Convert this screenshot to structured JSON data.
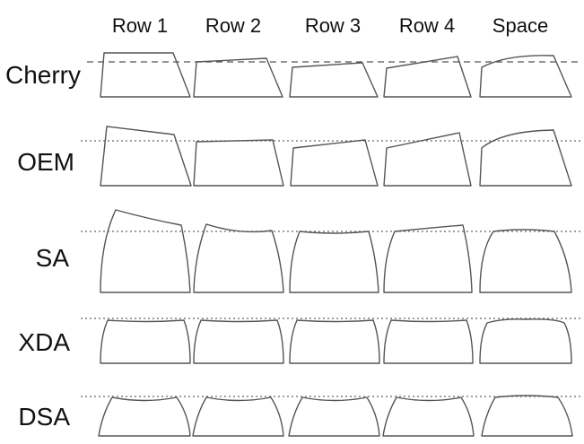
{
  "columns": [
    "Row 1",
    "Row 2",
    "Row 3",
    "Row 4",
    "Space"
  ],
  "rows": [
    "Cherry",
    "OEM",
    "SA",
    "XDA",
    "DSA"
  ]
}
